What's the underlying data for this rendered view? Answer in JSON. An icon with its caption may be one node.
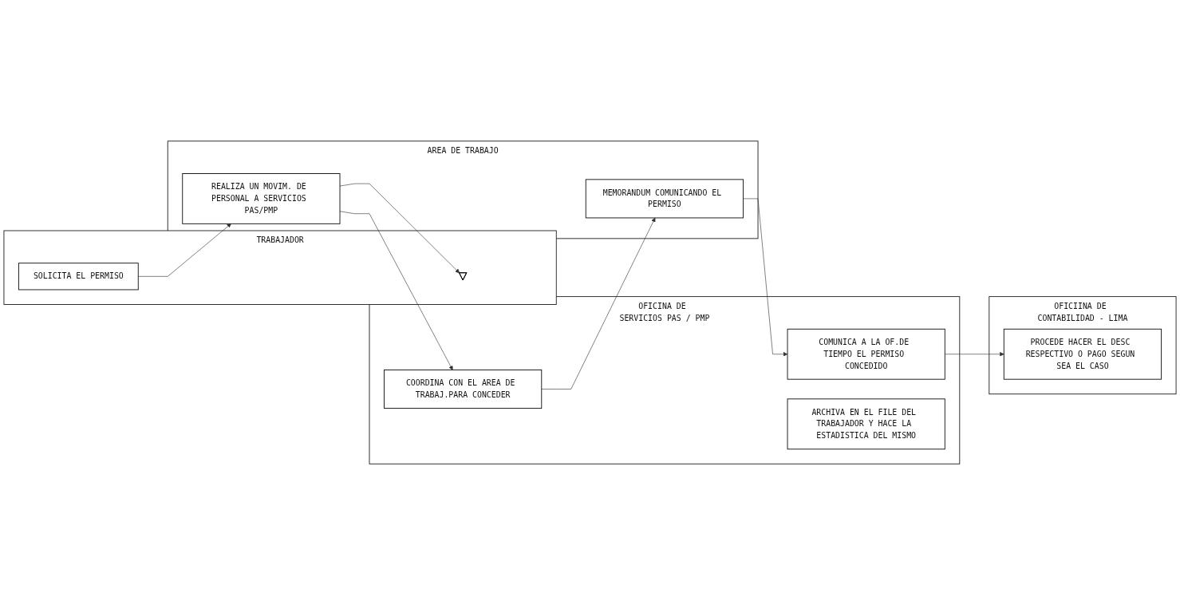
{
  "diagram": {
    "nodes": [
      {
        "text": [
          "TRABAJADOR"
        ]
      },
      {
        "text": [
          "SOLICITA EL PERMISO"
        ],
        "in": 0
      },
      {
        "text": [],
        "shape": "triangle",
        "in": 0
      },
      {
        "text": [
          "OFICINA DE SERVICIOS PAS / PMP"
        ]
      },
      {
        "text": [
          "COORDINA CON EL AREA DE TRABAJ.PARA CONCEDER"
        ],
        "in": 3
      },
      {
        "text": [
          "COMUNICA A LA OF.DE TIEMPO EL PERMISO CONCEDIDO"
        ],
        "in": 3
      },
      {
        "text": [
          "ARCHIVA EN EL FILE DEL TRABAJADOR Y HACE LA ESTADISTICA DEL MISMO"
        ],
        "in": 3
      },
      {
        "text": [
          "AREA DE TRABAJO"
        ]
      },
      {
        "text": [
          "REALIZA UN MOVIM. DE PERSONAL A SERVICIOS PAS/PMP"
        ],
        "in": 7
      },
      {
        "text": [
          "MEMORANDUM COMUNICANDO EL PERMISO"
        ],
        "in": 7
      },
      {
        "text": [
          "OFICIINA DE CONTABILIDAD - LIMA"
        ]
      },
      {
        "text": [
          "PROCEDE HACER EL DESC RESPECTIVO O PAGO SEGUN SEA EL CASO"
        ],
        "in": 10
      }
    ],
    "edges": [
      {
        "from": 1,
        "to": 8,
        "arrow": "to"
      },
      {
        "from": 8,
        "to": 2,
        "arrow": "to"
      },
      {
        "from": 8,
        "to": 4,
        "arrow": "to"
      },
      {
        "from": 4,
        "to": 9,
        "arrow": "to"
      },
      {
        "from": 9,
        "to": 5,
        "arrow": "to"
      },
      {
        "from": 5,
        "to": 11,
        "arrow": "to"
      }
    ]
  }
}
